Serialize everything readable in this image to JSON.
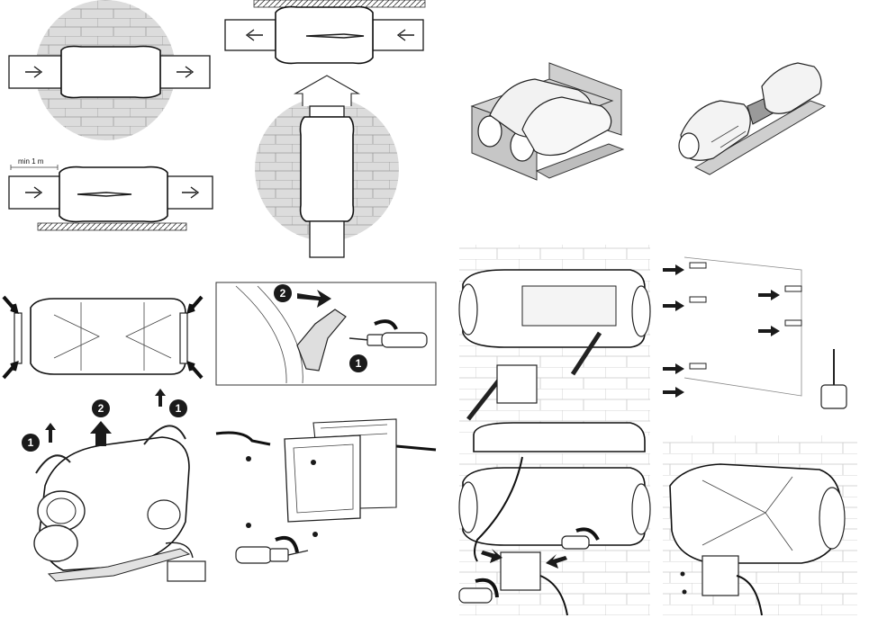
{
  "diagram": {
    "min_distance_label": "min 1 m",
    "step_markers": {
      "one": "1",
      "two": "2"
    },
    "colors": {
      "line": "#1a1a1a",
      "wall": "#d9d9d9",
      "brick": "#9a9a9a",
      "background": "#ffffff"
    }
  }
}
